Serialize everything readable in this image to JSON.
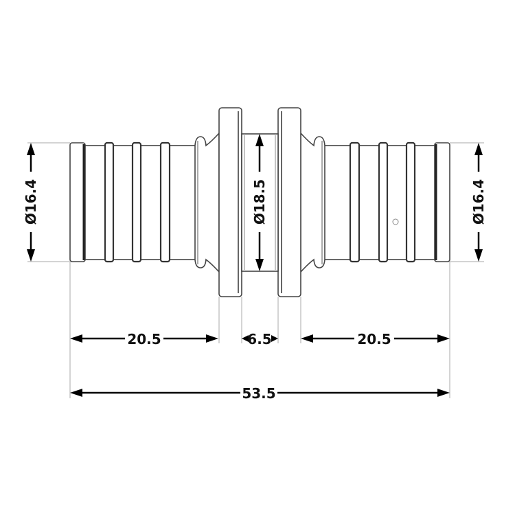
{
  "drawing": {
    "title": "PEX coupling dimensions",
    "dimensions": {
      "left_diameter": "Ø16.4",
      "center_diameter": "Ø18.5",
      "right_diameter": "Ø16.4",
      "left_length": "20.5",
      "center_length": "6.5",
      "right_length": "20.5",
      "total_length": "53.5"
    }
  }
}
